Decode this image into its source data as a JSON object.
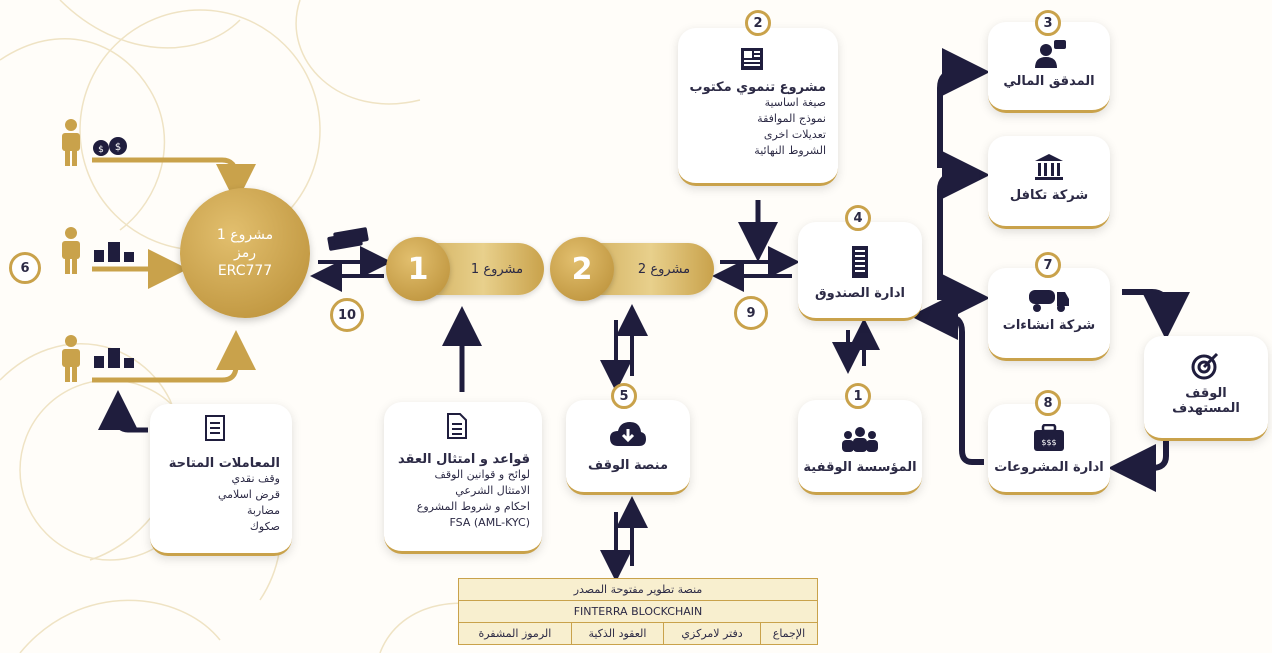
{
  "colors": {
    "gold": "#c9a24b",
    "navy": "#1f1d3d",
    "text": "#2c2a45"
  },
  "center": {
    "line1": "مشروع 1",
    "line2": "رمز",
    "line3": "ERC777"
  },
  "project1": {
    "number": "1",
    "label": "مشروع 1"
  },
  "project2": {
    "number": "2",
    "label": "مشروع 2"
  },
  "badges": {
    "b6": "6",
    "b10": "10",
    "b9": "9",
    "b2": "2",
    "b3": "3",
    "b4": "4",
    "b7": "7",
    "b8": "8",
    "b1": "1",
    "b5": "5"
  },
  "transactions": {
    "title": "المعاملات المتاحة",
    "items": [
      "وقف نقدي",
      "قرض اسلامي",
      "مضاربة",
      "صكوك"
    ]
  },
  "rules": {
    "title": "قواعد و امتثال العقد",
    "items": [
      "لوائح و قوانين الوقف",
      "الامتثال الشرعي",
      "احكام و شروط المشروع",
      "FSA (AML-KYC)"
    ]
  },
  "platform": {
    "title": "منصة الوقف"
  },
  "written": {
    "title": "مشروع تنموي مكتوب",
    "items": [
      "صيغة اساسية",
      "نموذج الموافقة",
      "تعديلات اخرى",
      "الشروط النهائية"
    ]
  },
  "fund": {
    "title": "ادارة الصندوق"
  },
  "institution": {
    "title": "المؤسسة الوقفية"
  },
  "auditor": {
    "title": "المدقق المالي"
  },
  "takaful": {
    "title": "شركة تكافل"
  },
  "construction": {
    "title": "شركة انشاءات"
  },
  "projmgmt": {
    "title": "ادارة المشروعات"
  },
  "target": {
    "line1": "الوقف",
    "line2": "المستهدف"
  },
  "blockchain": {
    "row1": "منصة تطوير مفتوحة المصدر",
    "row2": "FINTERRA BLOCKCHAIN",
    "cells": [
      "الإجماع",
      "دفتر لامركزي",
      "العقود الذكية",
      "الرموز المشفرة"
    ]
  },
  "icons": [
    "person-icon",
    "money-bags-icon",
    "cash-stacks-icon",
    "document-icon",
    "newspaper-icon",
    "cloud-download-icon",
    "building-icon",
    "people-group-icon",
    "auditor-icon",
    "bank-icon",
    "truck-icon",
    "briefcase-icon",
    "target-icon"
  ]
}
